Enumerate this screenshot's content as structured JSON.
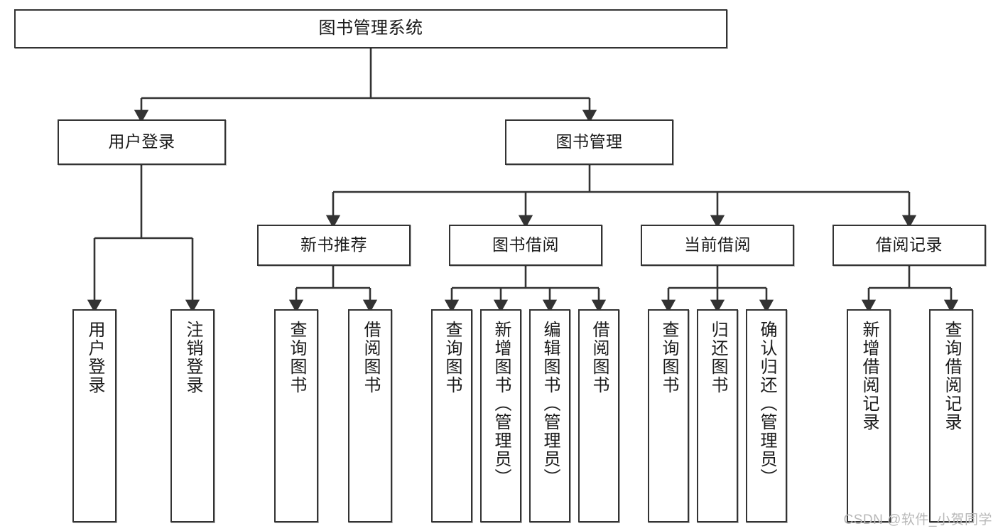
{
  "diagram": {
    "title": "图书管理系统",
    "type": "tree-hierarchy-chart",
    "watermark": "CSDN @软件_小贺同学",
    "accent_color": "#333333",
    "background_color": "#ffffff",
    "nodes": {
      "root": {
        "label": "图书管理系统"
      },
      "level2": [
        {
          "label": "用户登录"
        },
        {
          "label": "图书管理"
        }
      ],
      "level3": [
        {
          "label": "新书推荐"
        },
        {
          "label": "图书借阅"
        },
        {
          "label": "当前借阅"
        },
        {
          "label": "借阅记录"
        }
      ],
      "leaves": {
        "user_login": [
          {
            "label": "用户登录"
          },
          {
            "label": "注销登录"
          }
        ],
        "new_book_recommend": [
          {
            "label": "查询图书"
          },
          {
            "label": "借阅图书"
          }
        ],
        "book_borrow": [
          {
            "label": "查询图书"
          },
          {
            "label": "新增图书（管理员）"
          },
          {
            "label": "编辑图书（管理员）"
          },
          {
            "label": "借阅图书"
          }
        ],
        "current_borrow": [
          {
            "label": "查询图书"
          },
          {
            "label": "归还图书"
          },
          {
            "label": "确认归还（管理员）"
          }
        ],
        "borrow_record": [
          {
            "label": "新增借阅记录"
          },
          {
            "label": "查询借阅记录"
          }
        ]
      }
    }
  }
}
